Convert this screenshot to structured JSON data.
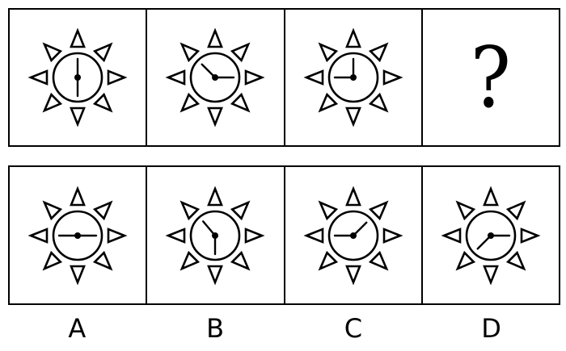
{
  "question": {
    "clocks": [
      {
        "hands": [
          0,
          180
        ]
      },
      {
        "hands": [
          90,
          315
        ]
      },
      {
        "hands": [
          0,
          270
        ]
      }
    ],
    "unknown_label": "?"
  },
  "options": [
    {
      "label": "A",
      "hands": [
        90,
        270
      ]
    },
    {
      "label": "B",
      "hands": [
        180,
        320
      ]
    },
    {
      "label": "C",
      "hands": [
        45,
        270
      ]
    },
    {
      "label": "D",
      "hands": [
        90,
        225
      ]
    }
  ]
}
